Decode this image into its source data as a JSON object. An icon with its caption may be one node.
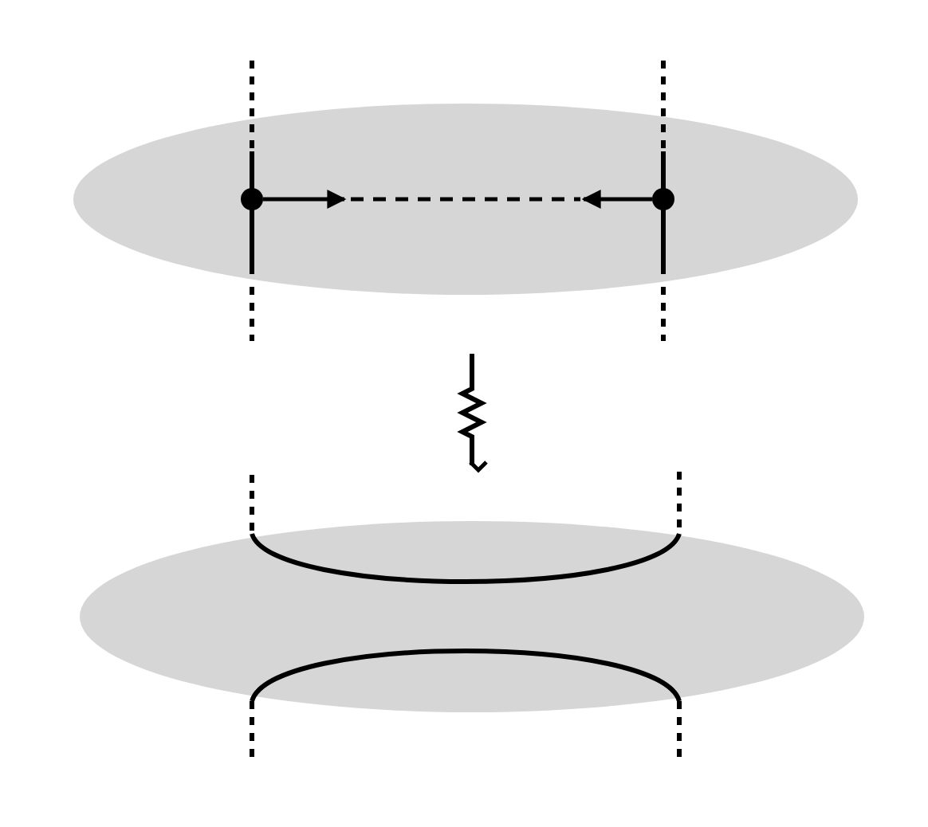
{
  "diagram": {
    "nodes": [
      {
        "text": [],
        "shape": "ellipse"
      },
      {
        "text": [],
        "shape": "ellipse"
      }
    ],
    "edges": [
      {
        "from": 0,
        "to": 1,
        "arrow": "to"
      }
    ]
  }
}
